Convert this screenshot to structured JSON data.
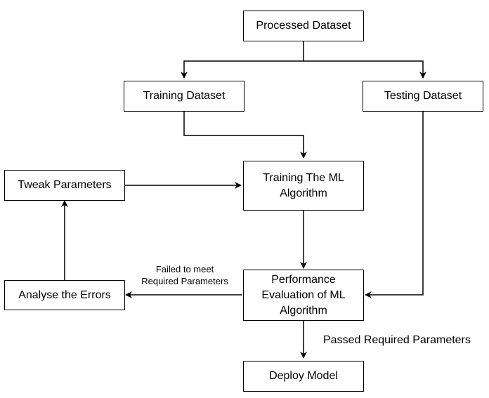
{
  "nodes": {
    "processed": "Processed Dataset",
    "training": "Training Dataset",
    "testing": "Testing Dataset",
    "train_ml_line1": "Training The ML",
    "train_ml_line2": "Algorithm",
    "tweak": "Tweak Parameters",
    "analyse": "Analyse the Errors",
    "perf_line1": "Performance",
    "perf_line2": "Evaluation of ML",
    "perf_line3": "Algorithm",
    "deploy": "Deploy Model"
  },
  "edges": {
    "failed_line1": "Failed to meet",
    "failed_line2": "Required Parameters",
    "passed": "Passed Required Parameters"
  }
}
